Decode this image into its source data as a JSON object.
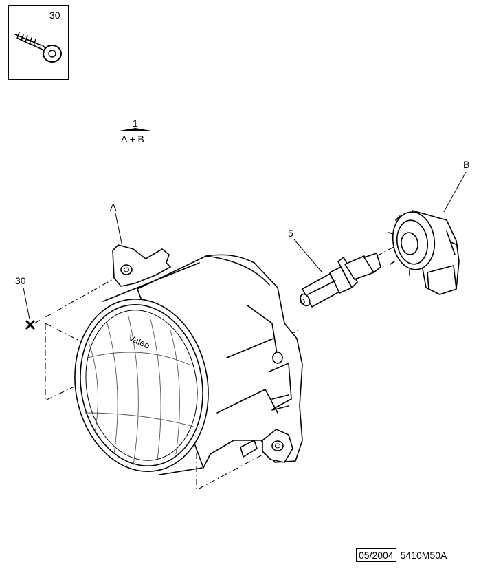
{
  "screw_box": {
    "number": "30"
  },
  "operation": {
    "number": "1",
    "parts": "A + B"
  },
  "callouts": {
    "A": "A",
    "B": "B",
    "bulb": "5",
    "screw": "30"
  },
  "lens_brand": "Valeo",
  "footer": {
    "date": "05/2004",
    "reference": "5410M50A"
  }
}
